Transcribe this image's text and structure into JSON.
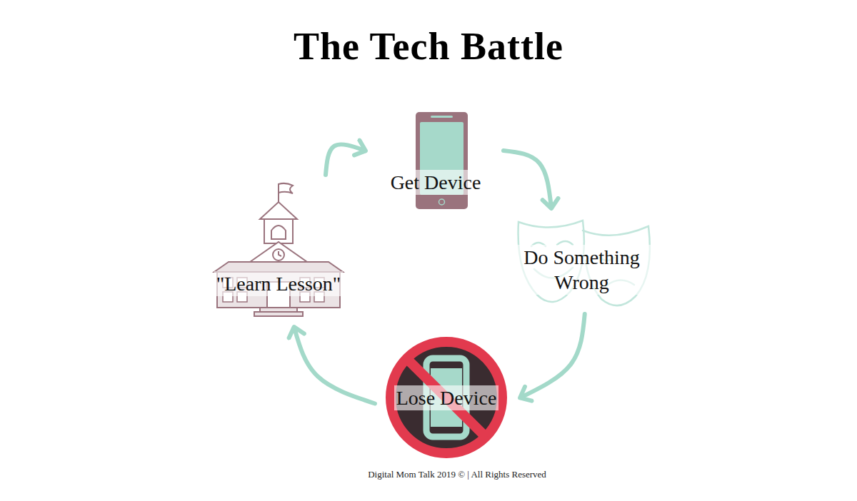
{
  "diagram": {
    "title": "The Tech Battle",
    "caption": "Digital Mom Talk 2019 © | All Rights Reserved",
    "nodes": [
      {
        "text": [
          "Get Device"
        ]
      },
      {
        "text": [
          "Do Something Wrong"
        ]
      },
      {
        "text": [
          "Lose Device"
        ]
      },
      {
        "text": [
          "\"Learn Lesson\""
        ]
      }
    ],
    "edges": [
      {
        "from": 0,
        "to": 1,
        "arrow": "to"
      },
      {
        "from": 1,
        "to": 2,
        "arrow": "to"
      },
      {
        "from": 2,
        "to": 3,
        "arrow": "to"
      },
      {
        "from": 3,
        "to": 0,
        "arrow": "to"
      }
    ]
  }
}
